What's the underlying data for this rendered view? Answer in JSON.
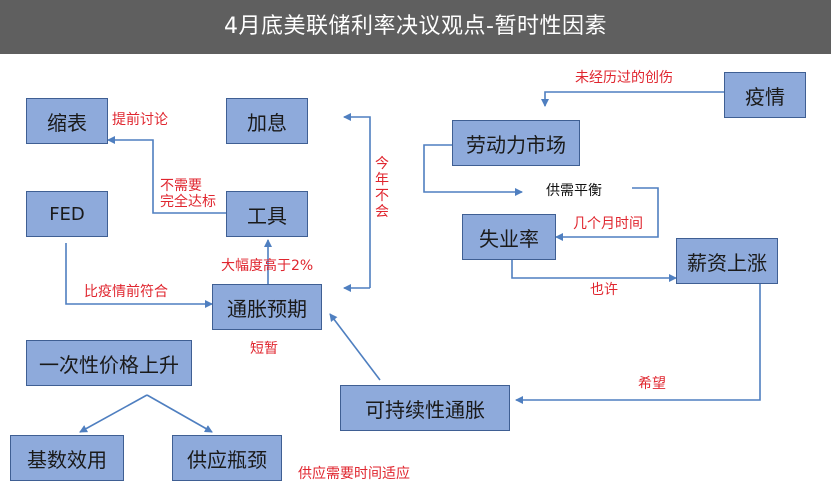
{
  "title": "4月底美联储利率决议观点-暂时性因素",
  "nodes": {
    "suobiao": "缩表",
    "jiaxi": "加息",
    "fed": "FED",
    "gongju": "工具",
    "tongzhang_yuqi": "通胀预期",
    "yici_jiage": "一次性价格上升",
    "jishu_xiaoyong": "基数效用",
    "gongying_pingjing": "供应瓶颈",
    "yiqing": "疫情",
    "laodongli": "劳动力市场",
    "shiyelv": "失业率",
    "xinzi": "薪资上涨",
    "kechixu": "可持续性通胀"
  },
  "labels": {
    "tiqian_taolun": "提前讨论",
    "buxuyao": "不需要",
    "wanquan_dabiao": "完全达标",
    "jinnian_buhui": "今年不会",
    "dafudu": "大幅度高于2%",
    "bi_yiqingqian": "比疫情前符合",
    "duanzan": "短暂",
    "weijingli": "未经历过的创伤",
    "gongxu_pingheng": "供需平衡",
    "jige_yue": "几个月时间",
    "yexu": "也许",
    "xiwang": "希望",
    "gongying_xuyao": "供应需要时间适应"
  },
  "colors": {
    "title_bg": "#5f5f5f",
    "box_fill": "#8eaadb",
    "box_border": "#3f5f93",
    "arrow": "#4f7fc0",
    "label_red": "#e0262f"
  }
}
